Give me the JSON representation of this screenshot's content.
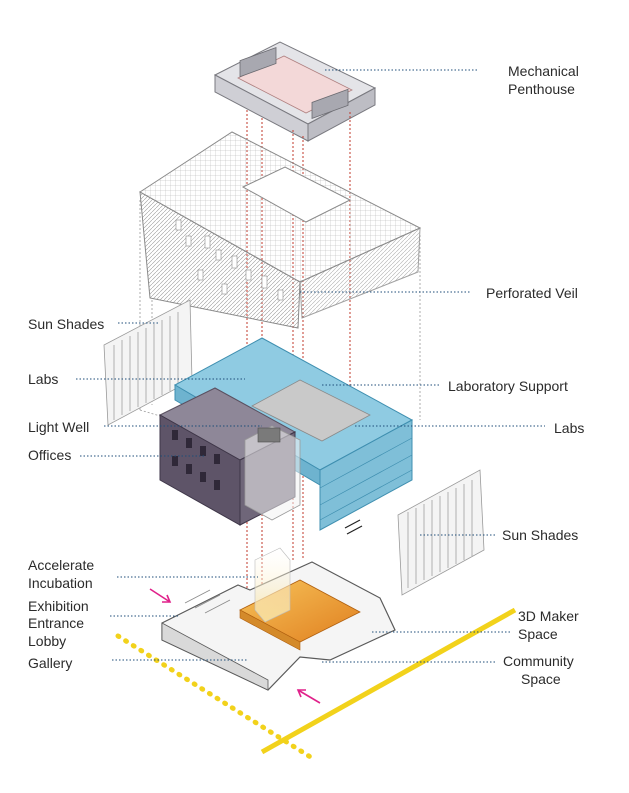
{
  "labels": {
    "mechanical_penthouse": [
      "Mechanical",
      "Penthouse"
    ],
    "perforated_veil": "Perforated Veil",
    "sun_shades_left": "Sun Shades",
    "labs_left": "Labs",
    "laboratory_support": "Laboratory Support",
    "light_well": "Light Well",
    "labs_right": "Labs",
    "offices": "Offices",
    "sun_shades_right": "Sun Shades",
    "accelerate_incubation": [
      "Accelerate",
      "Incubation"
    ],
    "exhibition": "Exhibition",
    "entrance": "Entrance",
    "lobby": "Lobby",
    "gallery": "Gallery",
    "maker_space": [
      "3D Maker",
      "Space"
    ],
    "community_space": [
      "Community",
      "Space"
    ]
  },
  "colors": {
    "leader": "#1f4e79",
    "riser": "#c0392b",
    "lab_glass": "#5fb0d0",
    "office": "#5a5060",
    "penthouse": "#f2d6d6",
    "ground_accent": "#e89a2a",
    "street_line": "#f2d21b",
    "arrow": "#e0218a"
  }
}
